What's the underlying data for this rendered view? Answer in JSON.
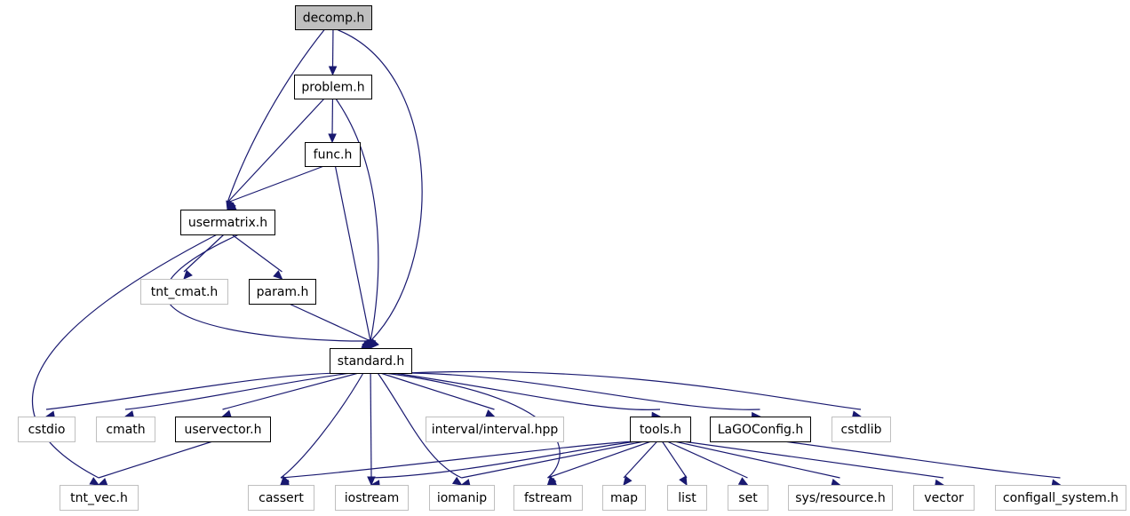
{
  "graph": {
    "nodes": [
      {
        "id": "decomp",
        "label": "decomp.h",
        "kind": "root"
      },
      {
        "id": "problem",
        "label": "problem.h",
        "kind": "doc"
      },
      {
        "id": "func",
        "label": "func.h",
        "kind": "doc"
      },
      {
        "id": "usermatrix",
        "label": "usermatrix.h",
        "kind": "doc"
      },
      {
        "id": "tnt_cmat",
        "label": "tnt_cmat.h",
        "kind": "ext"
      },
      {
        "id": "param",
        "label": "param.h",
        "kind": "doc"
      },
      {
        "id": "standard",
        "label": "standard.h",
        "kind": "doc"
      },
      {
        "id": "cstdio",
        "label": "cstdio",
        "kind": "ext"
      },
      {
        "id": "cmath",
        "label": "cmath",
        "kind": "ext"
      },
      {
        "id": "uservector",
        "label": "uservector.h",
        "kind": "doc"
      },
      {
        "id": "interval",
        "label": "interval/interval.hpp",
        "kind": "ext"
      },
      {
        "id": "tools",
        "label": "tools.h",
        "kind": "doc"
      },
      {
        "id": "lagoconfig",
        "label": "LaGOConfig.h",
        "kind": "doc"
      },
      {
        "id": "cstdlib",
        "label": "cstdlib",
        "kind": "ext"
      },
      {
        "id": "tnt_vec",
        "label": "tnt_vec.h",
        "kind": "ext"
      },
      {
        "id": "cassert",
        "label": "cassert",
        "kind": "ext"
      },
      {
        "id": "iostream",
        "label": "iostream",
        "kind": "ext"
      },
      {
        "id": "iomanip",
        "label": "iomanip",
        "kind": "ext"
      },
      {
        "id": "fstream",
        "label": "fstream",
        "kind": "ext"
      },
      {
        "id": "map",
        "label": "map",
        "kind": "ext"
      },
      {
        "id": "list",
        "label": "list",
        "kind": "ext"
      },
      {
        "id": "set",
        "label": "set",
        "kind": "ext"
      },
      {
        "id": "sysresource",
        "label": "sys/resource.h",
        "kind": "ext"
      },
      {
        "id": "vector",
        "label": "vector",
        "kind": "ext"
      },
      {
        "id": "configall",
        "label": "configall_system.h",
        "kind": "ext"
      }
    ],
    "edges": [
      [
        "decomp",
        "problem"
      ],
      [
        "decomp",
        "usermatrix"
      ],
      [
        "decomp",
        "standard"
      ],
      [
        "problem",
        "func"
      ],
      [
        "problem",
        "usermatrix"
      ],
      [
        "problem",
        "standard"
      ],
      [
        "func",
        "usermatrix"
      ],
      [
        "func",
        "standard"
      ],
      [
        "usermatrix",
        "tnt_cmat"
      ],
      [
        "usermatrix",
        "param"
      ],
      [
        "usermatrix",
        "standard"
      ],
      [
        "usermatrix",
        "tnt_vec"
      ],
      [
        "param",
        "standard"
      ],
      [
        "standard",
        "cstdio"
      ],
      [
        "standard",
        "cmath"
      ],
      [
        "standard",
        "uservector"
      ],
      [
        "standard",
        "cassert"
      ],
      [
        "standard",
        "iostream"
      ],
      [
        "standard",
        "iomanip"
      ],
      [
        "standard",
        "interval"
      ],
      [
        "standard",
        "fstream"
      ],
      [
        "standard",
        "tools"
      ],
      [
        "standard",
        "lagoconfig"
      ],
      [
        "standard",
        "cstdlib"
      ],
      [
        "uservector",
        "tnt_vec"
      ],
      [
        "tools",
        "cassert"
      ],
      [
        "tools",
        "iostream"
      ],
      [
        "tools",
        "iomanip"
      ],
      [
        "tools",
        "fstream"
      ],
      [
        "tools",
        "map"
      ],
      [
        "tools",
        "list"
      ],
      [
        "tools",
        "set"
      ],
      [
        "tools",
        "sysresource"
      ],
      [
        "tools",
        "vector"
      ],
      [
        "lagoconfig",
        "configall"
      ]
    ]
  }
}
